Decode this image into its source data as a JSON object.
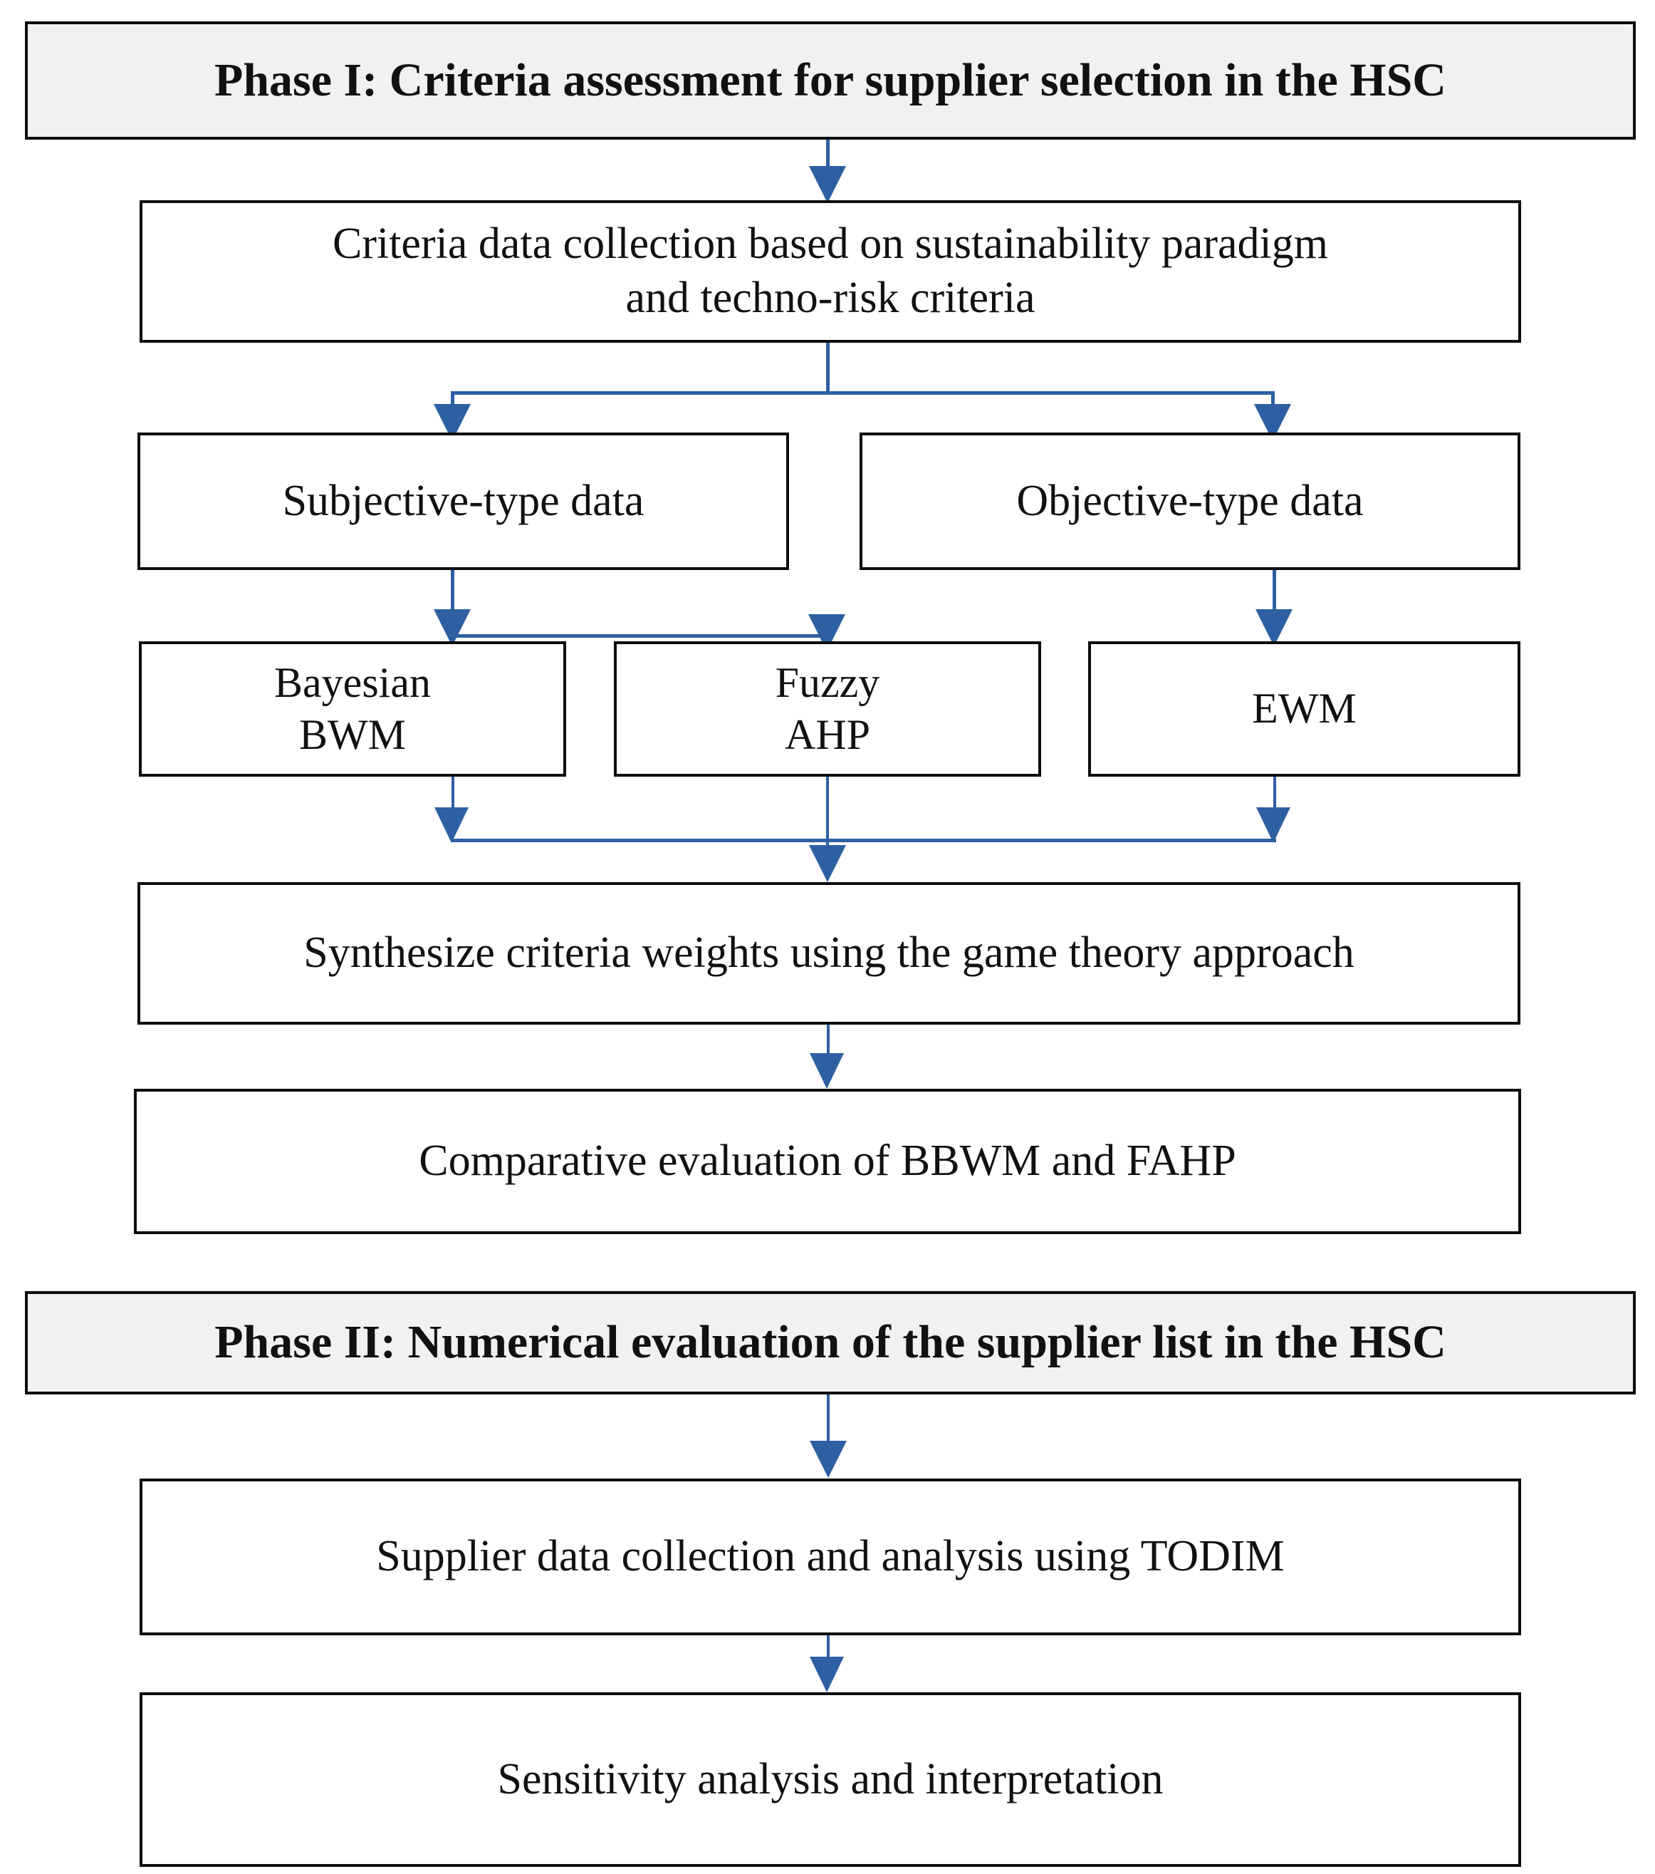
{
  "diagram": {
    "title_phase1": "Phase I: Criteria assessment for supplier selection in the HSC",
    "title_phase2": "Phase II: Numerical evaluation of the supplier list in the HSC",
    "accent_color": "#2e5fa3",
    "border_color": "#0d0d0d",
    "phase_fill": "#f1f1f1",
    "node_fill": "#ffffff",
    "nodes": {
      "criteria_data_collection": "Criteria data collection based on sustainability paradigm and techno-risk criteria",
      "criteria_data_collection_line1": "Criteria data collection based on sustainability paradigm",
      "criteria_data_collection_line2": "and techno-risk criteria",
      "subjective_data": "Subjective-type data",
      "objective_data": "Objective-type data",
      "bayesian_bwm_line1": "Bayesian",
      "bayesian_bwm_line2": "BWM",
      "fuzzy_ahp_line1": "Fuzzy",
      "fuzzy_ahp_line2": "AHP",
      "ewm": "EWM",
      "synthesize_weights": "Synthesize criteria weights using the game theory approach",
      "comparative_evaluation": "Comparative evaluation of BBWM and FAHP",
      "supplier_data_todim": "Supplier data collection and analysis using TODIM",
      "sensitivity_analysis": "Sensitivity analysis and interpretation"
    },
    "edges": [
      {
        "from": "phase-1-header",
        "to": "criteria-data-collection-node"
      },
      {
        "from": "criteria-data-collection-node",
        "to": "subjective-type-data-node"
      },
      {
        "from": "criteria-data-collection-node",
        "to": "objective-type-data-node"
      },
      {
        "from": "subjective-type-data-node",
        "to": "bayesian-bwm-node"
      },
      {
        "from": "subjective-type-data-node",
        "to": "fuzzy-ahp-node"
      },
      {
        "from": "objective-type-data-node",
        "to": "ewm-node"
      },
      {
        "from": "bayesian-bwm-node",
        "to": "synthesize-weights-node"
      },
      {
        "from": "fuzzy-ahp-node",
        "to": "synthesize-weights-node"
      },
      {
        "from": "ewm-node",
        "to": "synthesize-weights-node"
      },
      {
        "from": "synthesize-weights-node",
        "to": "comparative-evaluation-node"
      },
      {
        "from": "phase-2-header",
        "to": "supplier-data-todim-node"
      },
      {
        "from": "supplier-data-todim-node",
        "to": "sensitivity-analysis-node"
      }
    ]
  }
}
